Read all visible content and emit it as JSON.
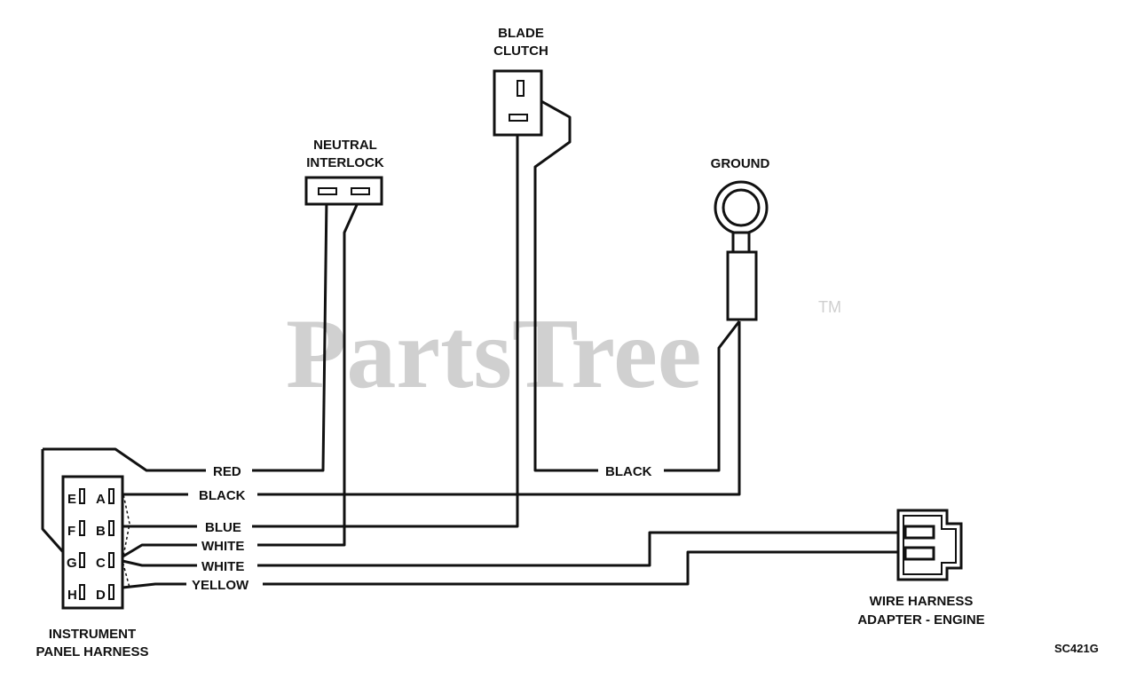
{
  "watermark": {
    "text": "PartsTree",
    "trademark": "TM"
  },
  "components": {
    "blade_clutch": [
      "BLADE",
      "CLUTCH"
    ],
    "neutral_interlock": [
      "NEUTRAL",
      "INTERLOCK"
    ],
    "ground": [
      "GROUND"
    ],
    "instrument_panel_harness": [
      "INSTRUMENT",
      "PANEL HARNESS"
    ],
    "wire_harness_adapter": [
      "WIRE HARNESS",
      "ADAPTER - ENGINE"
    ]
  },
  "pins": [
    "E",
    "A",
    "F",
    "B",
    "G",
    "C",
    "H",
    "D"
  ],
  "wires": {
    "red": "RED",
    "black_a": "BLACK",
    "blue": "BLUE",
    "white_1": "WHITE",
    "white_2": "WHITE",
    "yellow": "YELLOW",
    "black_ground": "BLACK"
  },
  "reference_code": "SC421G",
  "colors": {
    "line": "#111111",
    "watermark": "#d0d0d0"
  }
}
